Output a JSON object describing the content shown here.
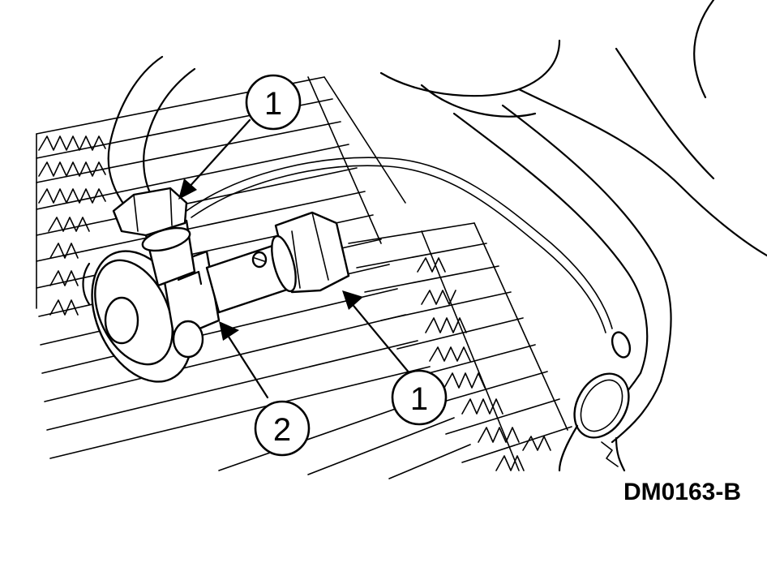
{
  "figure": {
    "id_label": "DM0163-B"
  },
  "callouts": [
    {
      "number": "1",
      "part": "fitting-nut"
    },
    {
      "number": "1",
      "part": "fitting-nut"
    },
    {
      "number": "2",
      "part": "expansion-valve"
    }
  ],
  "colors": {
    "line": "#000000",
    "background": "#ffffff"
  }
}
